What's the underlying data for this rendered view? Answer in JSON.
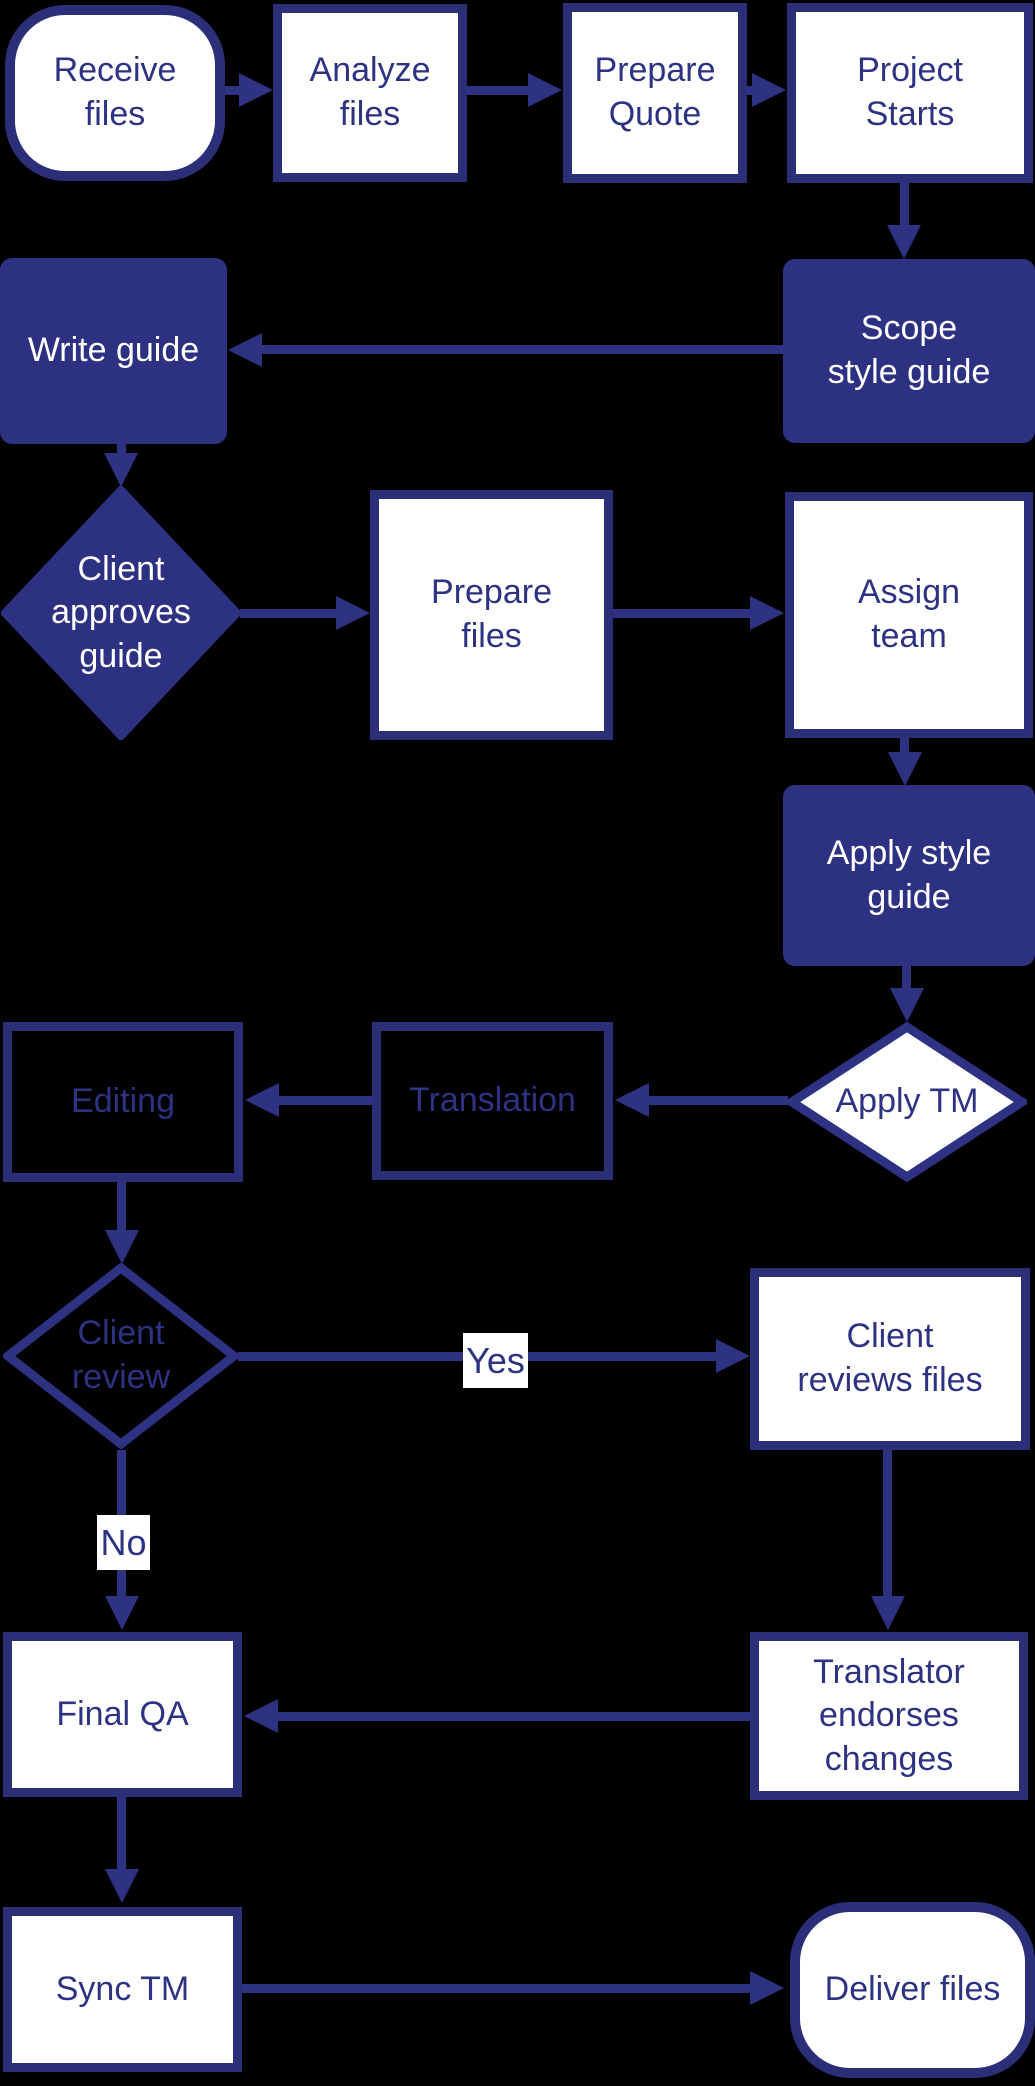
{
  "background": "#000000",
  "colors": {
    "navy_fill": "#2d3181",
    "navy_line": "#2d3282",
    "navy_border": "#2a2f78",
    "white": "#ffffff",
    "text_on_filled": "#ffffff",
    "text_on_white": "#2d3282"
  },
  "nodes": {
    "receive_files": {
      "label": "Receive\nfiles",
      "shape": "stadium",
      "style": "white-fill"
    },
    "analyze_files": {
      "label": "Analyze\nfiles",
      "shape": "rect",
      "style": "white-fill"
    },
    "prepare_quote": {
      "label": "Prepare\nQuote",
      "shape": "rect",
      "style": "white-fill"
    },
    "project_starts": {
      "label": "Project\nStarts",
      "shape": "rect",
      "style": "white-fill"
    },
    "scope_style_guide": {
      "label": "Scope\nstyle guide",
      "shape": "rect",
      "style": "navy-fill"
    },
    "write_guide": {
      "label": "Write guide",
      "shape": "rect",
      "style": "navy-fill"
    },
    "client_approves_guide": {
      "label": "Client\napproves\nguide",
      "shape": "diamond",
      "style": "navy-fill"
    },
    "prepare_files": {
      "label": "Prepare\nfiles",
      "shape": "rect",
      "style": "white-fill"
    },
    "assign_team": {
      "label": "Assign\nteam",
      "shape": "rect",
      "style": "white-fill"
    },
    "apply_style_guide": {
      "label": "Apply style\nguide",
      "shape": "rect",
      "style": "navy-fill"
    },
    "apply_tm": {
      "label": "Apply TM",
      "shape": "diamond",
      "style": "white-fill"
    },
    "translation": {
      "label": "Translation",
      "shape": "rect",
      "style": "transparent"
    },
    "editing": {
      "label": "Editing",
      "shape": "rect",
      "style": "transparent"
    },
    "client_review": {
      "label": "Client\nreview",
      "shape": "diamond",
      "style": "transparent"
    },
    "client_reviews_files": {
      "label": "Client\nreviews files",
      "shape": "rect",
      "style": "white-fill"
    },
    "final_qa": {
      "label": "Final QA",
      "shape": "rect",
      "style": "white-fill"
    },
    "translator_endorses_changes": {
      "label": "Translator\nendorses\nchanges",
      "shape": "rect",
      "style": "white-fill"
    },
    "sync_tm": {
      "label": "Sync TM",
      "shape": "rect",
      "style": "white-fill"
    },
    "deliver_files": {
      "label": "Deliver files",
      "shape": "stadium",
      "style": "white-fill"
    }
  },
  "edge_labels": {
    "yes": "Yes",
    "no": "No"
  },
  "edges": [
    {
      "from": "Receive files",
      "to": "Analyze files",
      "label": ""
    },
    {
      "from": "Analyze files",
      "to": "Prepare Quote",
      "label": ""
    },
    {
      "from": "Prepare Quote",
      "to": "Project Starts",
      "label": ""
    },
    {
      "from": "Project Starts",
      "to": "Scope style guide",
      "label": ""
    },
    {
      "from": "Scope style guide",
      "to": "Write guide",
      "label": ""
    },
    {
      "from": "Write guide",
      "to": "Client approves guide",
      "label": ""
    },
    {
      "from": "Client approves guide",
      "to": "Prepare files",
      "label": ""
    },
    {
      "from": "Prepare files",
      "to": "Assign team",
      "label": ""
    },
    {
      "from": "Assign team",
      "to": "Apply style guide",
      "label": ""
    },
    {
      "from": "Apply style guide",
      "to": "Apply TM",
      "label": ""
    },
    {
      "from": "Apply TM",
      "to": "Translation",
      "label": ""
    },
    {
      "from": "Translation",
      "to": "Editing",
      "label": ""
    },
    {
      "from": "Editing",
      "to": "Client review",
      "label": ""
    },
    {
      "from": "Client review",
      "to": "Client reviews files",
      "label": "Yes"
    },
    {
      "from": "Client review",
      "to": "Final QA",
      "label": "No"
    },
    {
      "from": "Client reviews files",
      "to": "Translator endorses changes",
      "label": ""
    },
    {
      "from": "Translator endorses changes",
      "to": "Final QA",
      "label": ""
    },
    {
      "from": "Final QA",
      "to": "Sync TM",
      "label": ""
    },
    {
      "from": "Sync TM",
      "to": "Deliver files",
      "label": ""
    }
  ]
}
